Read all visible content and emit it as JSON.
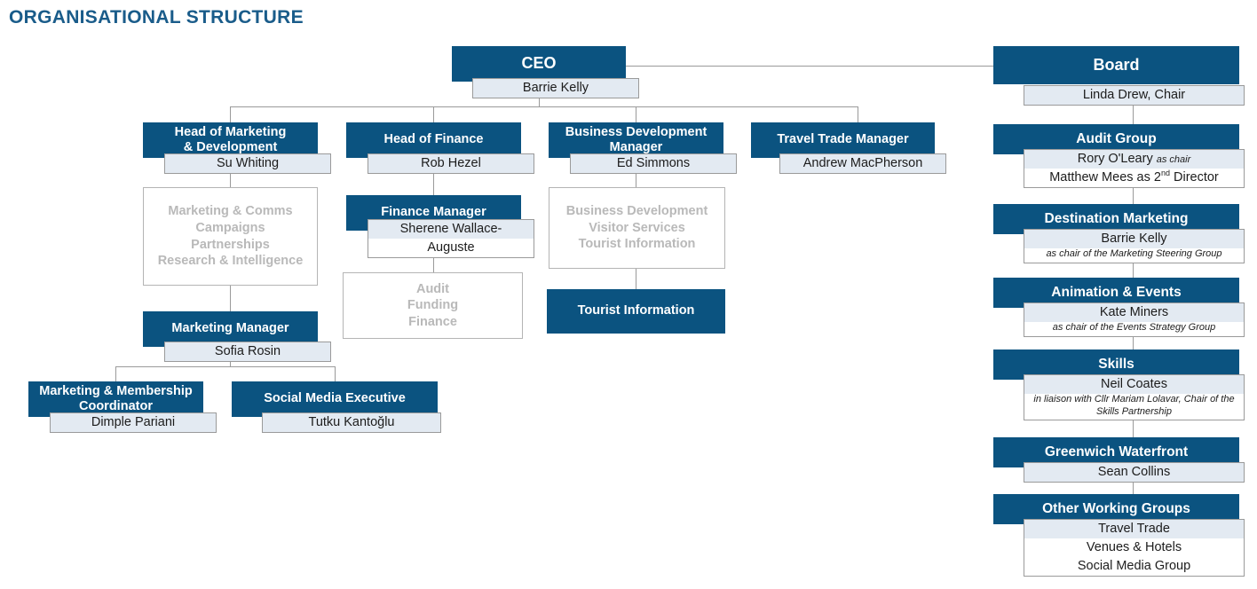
{
  "page": {
    "title": "ORGANISATIONAL STRUCTURE",
    "accent_blue": "#0b5380",
    "title_blue": "#1a5c8a",
    "plate_band": "#e3eaf2",
    "grey_text": "#b9b9b9",
    "line_color": "#9a9a9a"
  },
  "nodes": {
    "ceo": {
      "title": "CEO",
      "name": "Barrie Kelly"
    },
    "board": {
      "title": "Board",
      "name": "Linda Drew, Chair"
    },
    "head_marketing": {
      "title": "Head of Marketing\n& Development",
      "name": "Su Whiting"
    },
    "head_finance": {
      "title": "Head of Finance",
      "name": "Rob Hezel"
    },
    "bus_dev": {
      "title": "Business Development\nManager",
      "name": "Ed Simmons"
    },
    "travel_trade": {
      "title": "Travel Trade Manager",
      "name": "Andrew MacPherson"
    },
    "finance_mgr": {
      "title": "Finance Manager",
      "name_line1": "Sherene Wallace-",
      "name_line2": "Auguste"
    },
    "tourist_info": {
      "title": "Tourist Information"
    },
    "marketing_mgr": {
      "title": "Marketing Manager",
      "name": "Sofia Rosin"
    },
    "mm_coord": {
      "title": "Marketing & Membership\nCoordinator",
      "name": "Dimple Pariani"
    },
    "social_media": {
      "title": "Social Media Executive",
      "name": "Tutku Kantoğlu"
    },
    "audit_group": {
      "title": "Audit Group",
      "member1_name": "Rory O'Leary",
      "member1_role": "as chair",
      "member2_name": "Matthew Mees",
      "member2_role_pre": "as 2",
      "member2_role_sup": "nd",
      "member2_role_post": " Director"
    },
    "destination_marketing": {
      "title": "Destination Marketing",
      "name": "Barrie Kelly",
      "role": "as chair of the Marketing Steering Group"
    },
    "animation_events": {
      "title": "Animation & Events",
      "name": "Kate Miners",
      "role": "as chair of the Events Strategy Group"
    },
    "skills": {
      "title": "Skills",
      "name": "Neil Coates",
      "role": "in liaison with Cllr Mariam Lolavar, Chair of the Skills Partnership"
    },
    "greenwich_waterfront": {
      "title": "Greenwich Waterfront",
      "name": "Sean Collins"
    },
    "other_working_groups": {
      "title": "Other Working Groups",
      "item1": "Travel Trade",
      "item2": "Venues & Hotels",
      "item3": "Social Media Group"
    }
  },
  "function_boxes": {
    "marketing_functions": {
      "line1": "Marketing & Comms",
      "line2": "Campaigns",
      "line3": "Partnerships",
      "line4": "Research & Intelligence"
    },
    "finance_functions": {
      "line1": "Audit",
      "line2": "Funding",
      "line3": "Finance"
    },
    "busdev_functions": {
      "line1": "Business Development",
      "line2": "Visitor Services",
      "line3": "Tourist Information"
    }
  }
}
